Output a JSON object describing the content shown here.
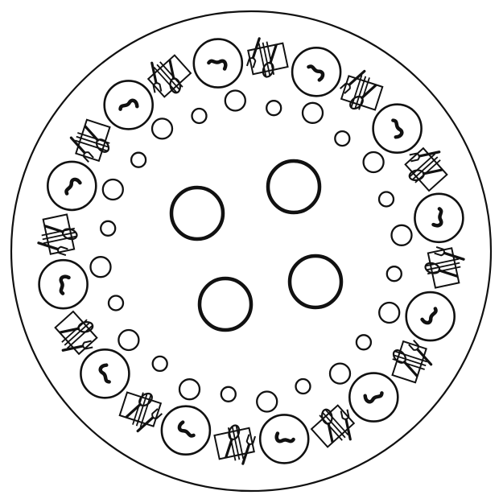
{
  "colors": {
    "background": "#ffffff",
    "ink": "#111111"
  },
  "table": {
    "shape": "round",
    "place_settings": 12,
    "setting_items": [
      "dinner-plate",
      "folded-napkin",
      "spoon",
      "fork",
      "water-glass",
      "bread-plate"
    ],
    "serving_dishes": 4
  }
}
